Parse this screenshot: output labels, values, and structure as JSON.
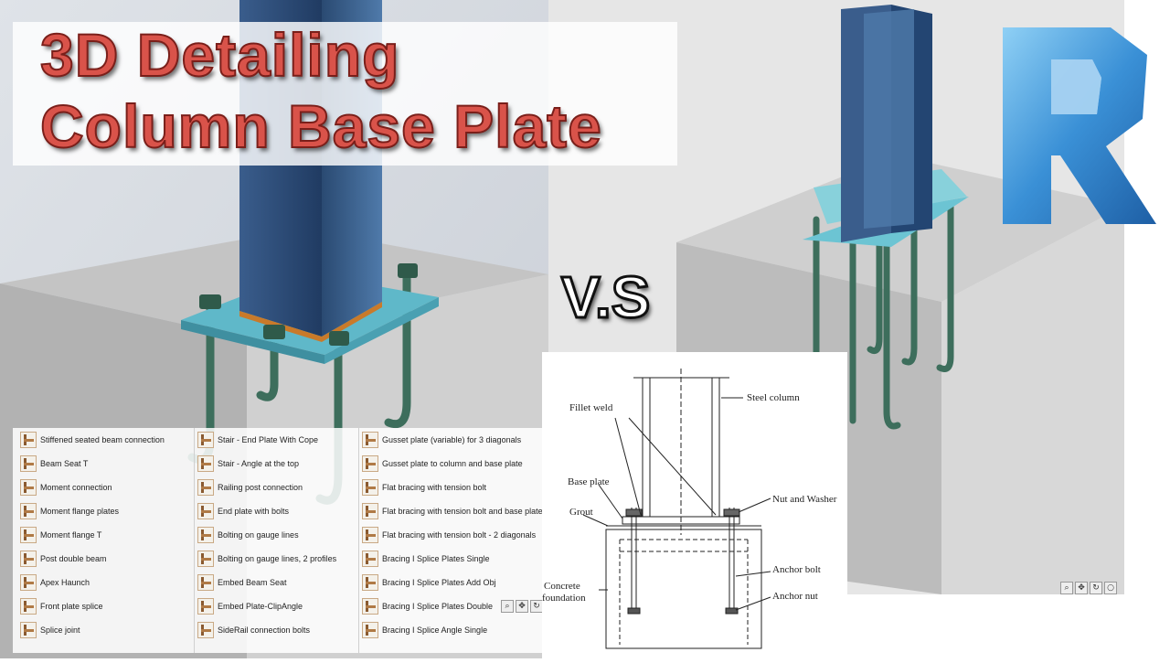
{
  "title": {
    "line1": "3D Detailing",
    "line2": "Column Base Plate"
  },
  "vs_label": "V.S",
  "logo": {
    "letter": "R",
    "name": "revit-logo"
  },
  "macro_list": {
    "col1": [
      "Stiffened seated beam connection",
      "Beam Seat T",
      "Moment connection",
      "Moment flange plates",
      "Moment flange T",
      "Post double beam",
      "Apex Haunch",
      "Front plate splice",
      "Splice joint"
    ],
    "col2": [
      "Stair - End Plate With Cope",
      "Stair - Angle at the top",
      "Railing post connection",
      "End plate with bolts",
      "Bolting on gauge lines",
      "Bolting on gauge lines, 2 profiles",
      "Embed Beam Seat",
      "Embed Plate-ClipAngle",
      "SideRail connection bolts"
    ],
    "col3": [
      "Gusset plate (variable) for 3 diagonals",
      "Gusset plate to column and base plate",
      "Flat bracing with tension bolt",
      "Flat bracing with tension bolt and base plate",
      "Flat bracing with tension bolt - 2 diagonals",
      "Bracing I Splice Plates Single",
      "Bracing I Splice Plates Add Obj",
      "Bracing I Splice Plates Double",
      "Bracing I Splice Angle Single"
    ]
  },
  "diagram": {
    "fillet_weld": "Fillet weld",
    "steel_column": "Steel column",
    "base_plate": "Base plate",
    "grout": "Grout",
    "nut_washer": "Nut and Washer",
    "concrete_foundation_1": "Concrete",
    "concrete_foundation_2": "foundation",
    "anchor_bolt": "Anchor bolt",
    "anchor_nut": "Anchor nut"
  },
  "colors": {
    "title_red": "#d9534a",
    "column_blue": "#2e4e78",
    "plate_cyan": "#5fb8c9",
    "bolt_green": "#3d6e5c",
    "concrete_gray": "#bdbdbd",
    "revit_blue": "#2f7fc9"
  }
}
